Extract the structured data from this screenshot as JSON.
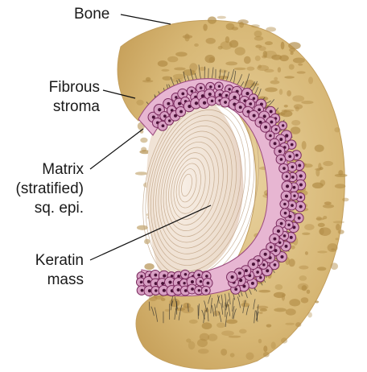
{
  "labels": {
    "bone": "Bone",
    "fibrous_1": "Fibrous",
    "fibrous_2": "stroma",
    "matrix_1": "Matrix",
    "matrix_2": "(stratified)",
    "matrix_3": "sq. epi.",
    "keratin_1": "Keratin",
    "keratin_2": "mass"
  },
  "colors": {
    "bone_fill": "#d8b97a",
    "bone_pore": "#b08a44",
    "keratin_fill": "#f1e4d6",
    "keratin_lines": "#b89a78",
    "cell_fill": "#d8a0c4",
    "cell_edge": "#7a2a5e",
    "nucleus": "#4a1238",
    "stroma_line": "#2a2a2a",
    "leader": "#111111"
  }
}
